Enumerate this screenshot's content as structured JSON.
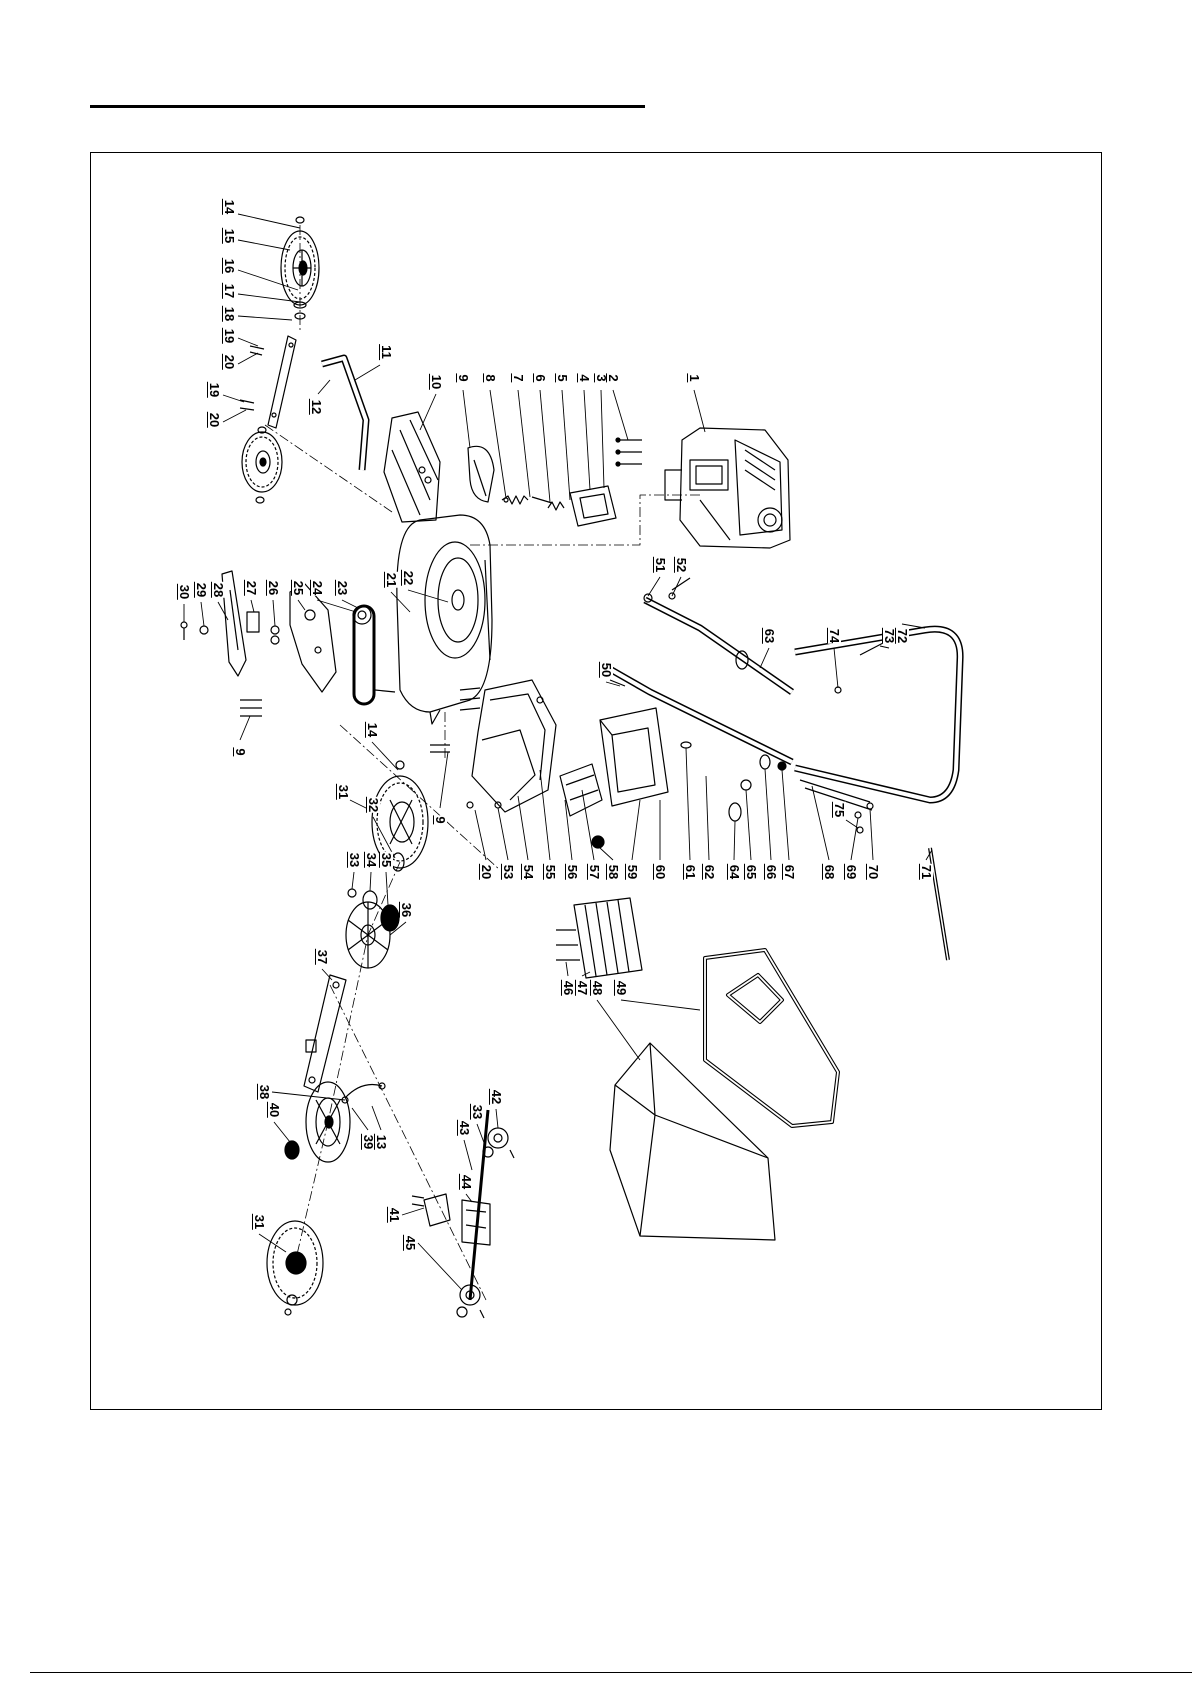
{
  "diagram": {
    "callouts": [
      "14",
      "15",
      "16",
      "17",
      "18",
      "19",
      "20",
      "19",
      "20",
      "12",
      "11",
      "10",
      "9",
      "8",
      "7",
      "6",
      "5",
      "4",
      "3",
      "2",
      "1",
      "30",
      "29",
      "28",
      "27",
      "26",
      "25",
      "24",
      "23",
      "21",
      "22",
      "9",
      "51",
      "52",
      "63",
      "74",
      "73",
      "72",
      "50",
      "14",
      "31",
      "32",
      "9",
      "20",
      "53",
      "54",
      "55",
      "56",
      "57",
      "58",
      "59",
      "60",
      "61",
      "62",
      "64",
      "65",
      "66",
      "67",
      "68",
      "69",
      "70",
      "71",
      "75",
      "33",
      "34",
      "35",
      "36",
      "37",
      "46",
      "47",
      "48",
      "49",
      "38",
      "40",
      "39",
      "13",
      "42",
      "33",
      "43",
      "44",
      "41",
      "45",
      "31"
    ]
  }
}
